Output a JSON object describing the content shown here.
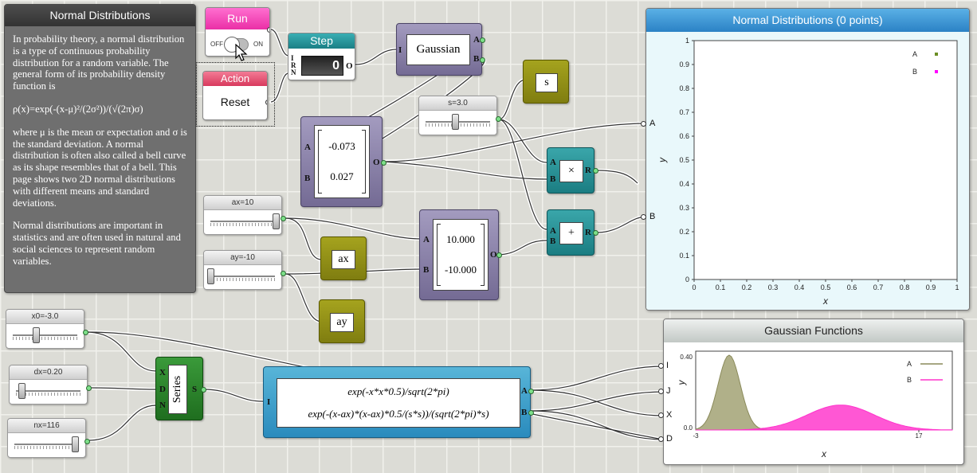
{
  "description": {
    "title": "Normal Distributions",
    "p1": "In probability theory, a normal distribution is a type of continuous probability distribution for a random variable. The general form of its probability density function is",
    "formula": "ρ(x)=exp(-(x-μ)²/(2σ²))/(√(2π)σ)",
    "p2": "where μ is the mean or expectation and σ is the standard deviation. A normal distribution is often also called a bell curve as its shape resembles that of a bell. This page shows two 2D normal distributions with different means and standard deviations.",
    "p3": "Normal distributions are important in statistics and are often used in natural and social sciences to represent random variables."
  },
  "run": {
    "title": "Run",
    "off": "OFF",
    "on": "ON"
  },
  "action": {
    "title": "Action",
    "button": "Reset"
  },
  "step": {
    "title": "Step",
    "value": "0",
    "inputs": [
      "I",
      "R",
      "N"
    ],
    "output": "O"
  },
  "gaussian": {
    "label": "Gaussian",
    "input": "I",
    "outputs": [
      "A",
      "B"
    ]
  },
  "vector1": {
    "a": "-0.073",
    "b": "0.027",
    "inputs": [
      "A",
      "B"
    ],
    "output": "O"
  },
  "vector2": {
    "a": "10.000",
    "b": "-10.000",
    "inputs": [
      "A",
      "B"
    ],
    "output": "O"
  },
  "s_var": {
    "label": "s"
  },
  "ax_var": {
    "label": "ax"
  },
  "ay_var": {
    "label": "ay"
  },
  "multiply": {
    "label": "×",
    "inputs": [
      "A",
      "B"
    ],
    "output": "R"
  },
  "add": {
    "label": "+",
    "inputs": [
      "A",
      "B"
    ],
    "output": "R"
  },
  "sliders": {
    "s": {
      "label": "s=3.0",
      "fraction": 0.45
    },
    "ax": {
      "label": "ax=10",
      "fraction": 1.0
    },
    "ay": {
      "label": "ay=-10",
      "fraction": 0.0
    },
    "x0": {
      "label": "x0=-3.0",
      "fraction": 0.35
    },
    "dx": {
      "label": "dx=0.20",
      "fraction": 0.08
    },
    "nx": {
      "label": "nx=116",
      "fraction": 0.93
    }
  },
  "series": {
    "label": "Series",
    "inputs": [
      "X",
      "D",
      "N"
    ],
    "output": "S"
  },
  "functions": {
    "f1": "exp(-x*x*0.5)/sqrt(2*pi)",
    "f2": "exp(-(x-ax)*(x-ax)*0.5/(s*s))/(sqrt(2*pi)*s)",
    "input": "I",
    "outputs": [
      "A",
      "B"
    ]
  },
  "scatter_plot": {
    "title": "Normal Distributions (0 points)",
    "inputs": [
      "A",
      "B"
    ],
    "legend": [
      {
        "name": "A",
        "color": "#6b8e23"
      },
      {
        "name": "B",
        "color": "#ff00ff"
      }
    ],
    "xlabel": "x",
    "ylabel": "y",
    "xticks": [
      "0",
      "0.1",
      "0.2",
      "0.3",
      "0.4",
      "0.5",
      "0.6",
      "0.7",
      "0.8",
      "0.9",
      "1"
    ],
    "yticks": [
      "0",
      "0.1",
      "0.2",
      "0.3",
      "0.4",
      "0.5",
      "0.6",
      "0.7",
      "0.8",
      "0.9",
      "1"
    ]
  },
  "gaussian_plot": {
    "title": "Gaussian Functions",
    "inputs": [
      "I",
      "J",
      "X",
      "D"
    ],
    "legend": [
      {
        "name": "A",
        "color": "#8a8a5a"
      },
      {
        "name": "B",
        "color": "#ff33cc"
      }
    ],
    "xlabel": "x",
    "ylabel": "y",
    "x_min_label": "-3",
    "x_max_label": "17",
    "y_top_label": "0.40",
    "y_bottom_label": "0.0"
  },
  "chart_data": [
    {
      "type": "scatter",
      "title": "Normal Distributions (0 points)",
      "xlabel": "x",
      "ylabel": "y",
      "xlim": [
        0,
        1
      ],
      "ylim": [
        0,
        1
      ],
      "series": [
        {
          "name": "A",
          "x": [],
          "y": []
        },
        {
          "name": "B",
          "x": [],
          "y": []
        }
      ],
      "legend": "top-right",
      "grid": false
    },
    {
      "type": "area",
      "title": "Gaussian Functions",
      "xlabel": "x",
      "ylabel": "y",
      "xlim": [
        -3,
        20
      ],
      "ylim": [
        0,
        0.42
      ],
      "series": [
        {
          "name": "A",
          "mean": 0,
          "sd": 1
        },
        {
          "name": "B",
          "mean": 10,
          "sd": 3
        }
      ],
      "x_start": -3,
      "dx": 0.2,
      "n": 116,
      "legend": "top-right",
      "grid": false
    }
  ]
}
